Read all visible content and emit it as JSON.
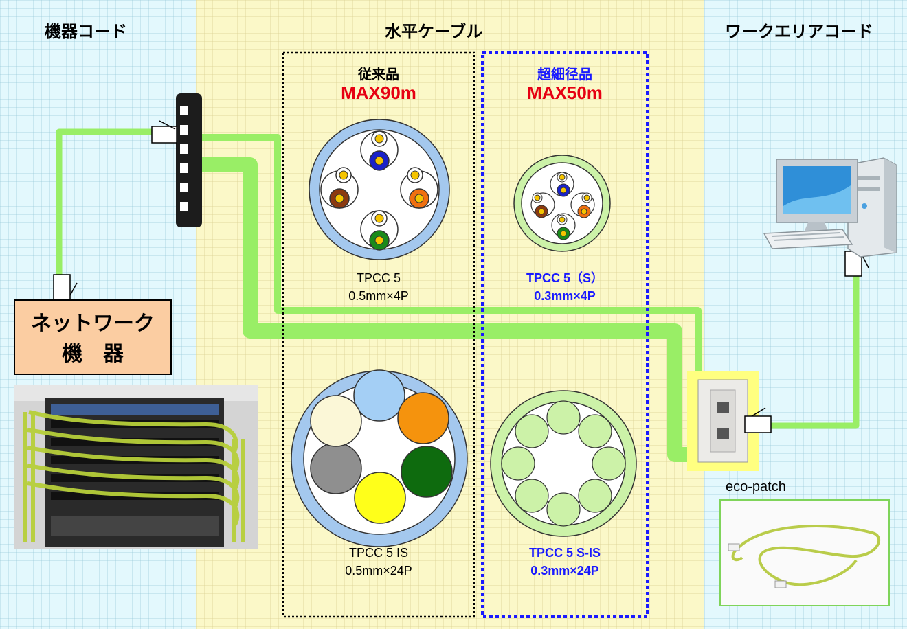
{
  "headers": {
    "left": "機器コード",
    "middle": "水平ケーブル",
    "right": "ワークエリアコード"
  },
  "groups": {
    "conventional": {
      "title": "従来品",
      "max": "MAX90m"
    },
    "ultra_thin": {
      "title": "超細径品",
      "max": "MAX50m"
    }
  },
  "cables": {
    "tpcc5": {
      "name": "TPCC 5",
      "spec": "0.5mm×4P"
    },
    "tpcc5s": {
      "name": "TPCC 5（S）",
      "spec": "0.3mm×4P"
    },
    "tpcc5is": {
      "name": "TPCC 5 IS",
      "spec": "0.5mm×24P"
    },
    "tpcc5sis": {
      "name": "TPCC 5 S-IS",
      "spec": "0.3mm×24P"
    }
  },
  "network_device": {
    "line1": "ネットワーク",
    "line2": "機　器"
  },
  "eco_patch": "eco-patch",
  "colors": {
    "cable_green": "#99ee66",
    "max_red": "#e60012",
    "blue_label": "#1a1aff",
    "sheath_blue": "#a4c8ee",
    "sheath_green": "#ccf2a8",
    "pair_blue": "#1a22c8",
    "pair_brown": "#8b3a10",
    "pair_orange": "#f07010",
    "pair_green": "#1a8a1a",
    "conductor_yellow": "#f5c400"
  }
}
